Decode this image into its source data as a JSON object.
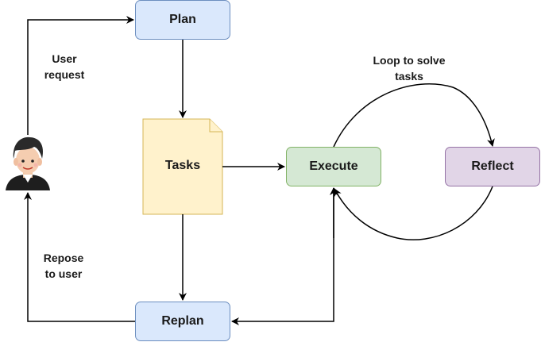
{
  "nodes": {
    "plan": "Plan",
    "tasks": "Tasks",
    "execute": "Execute",
    "reflect": "Reflect",
    "replan": "Replan"
  },
  "edge_labels": {
    "user_request_line1": "User",
    "user_request_line2": "request",
    "loop_line1": "Loop to solve",
    "loop_line2": "tasks",
    "response_line1": "Repose",
    "response_line2": "to user"
  },
  "colors": {
    "plan_fill": "#dae8fc",
    "plan_stroke": "#6c8ebf",
    "tasks_fill": "#fff2cc",
    "tasks_stroke": "#d6b656",
    "execute_fill": "#d5e8d4",
    "execute_stroke": "#82b366",
    "reflect_fill": "#e1d5e7",
    "reflect_stroke": "#9673a6",
    "line": "#000000"
  },
  "icons": {
    "user": "user-avatar-icon"
  }
}
